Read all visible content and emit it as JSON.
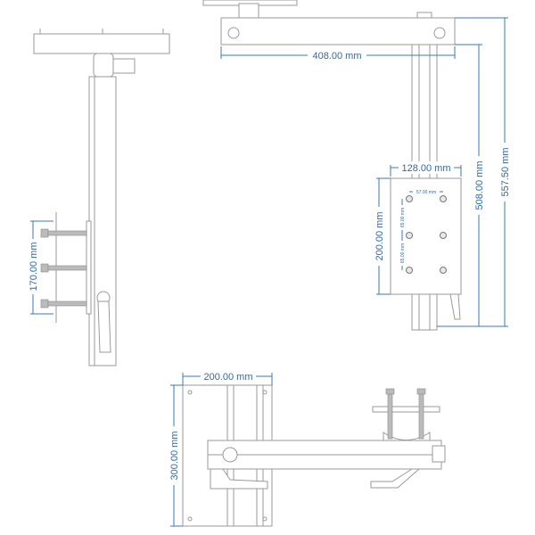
{
  "dimensions": {
    "side_view": {
      "clamp_height": "170.00 mm"
    },
    "top_right_view": {
      "arm_length": "408.00 mm",
      "plate_width": "128.00 mm",
      "hole_spacing_horizontal": "57.00 mm",
      "hole_spacing_vertical_1": "65.00 mm",
      "hole_spacing_vertical_2": "65.00 mm",
      "plate_height": "200.00 mm",
      "drop_height": "508.00 mm",
      "total_height": "557.50 mm"
    },
    "bottom_view": {
      "wall_plate_width": "200.00 mm",
      "wall_plate_height": "300.00 mm"
    }
  },
  "colors": {
    "dimension": "#3a78b5",
    "outline": "#9a9a9a"
  }
}
